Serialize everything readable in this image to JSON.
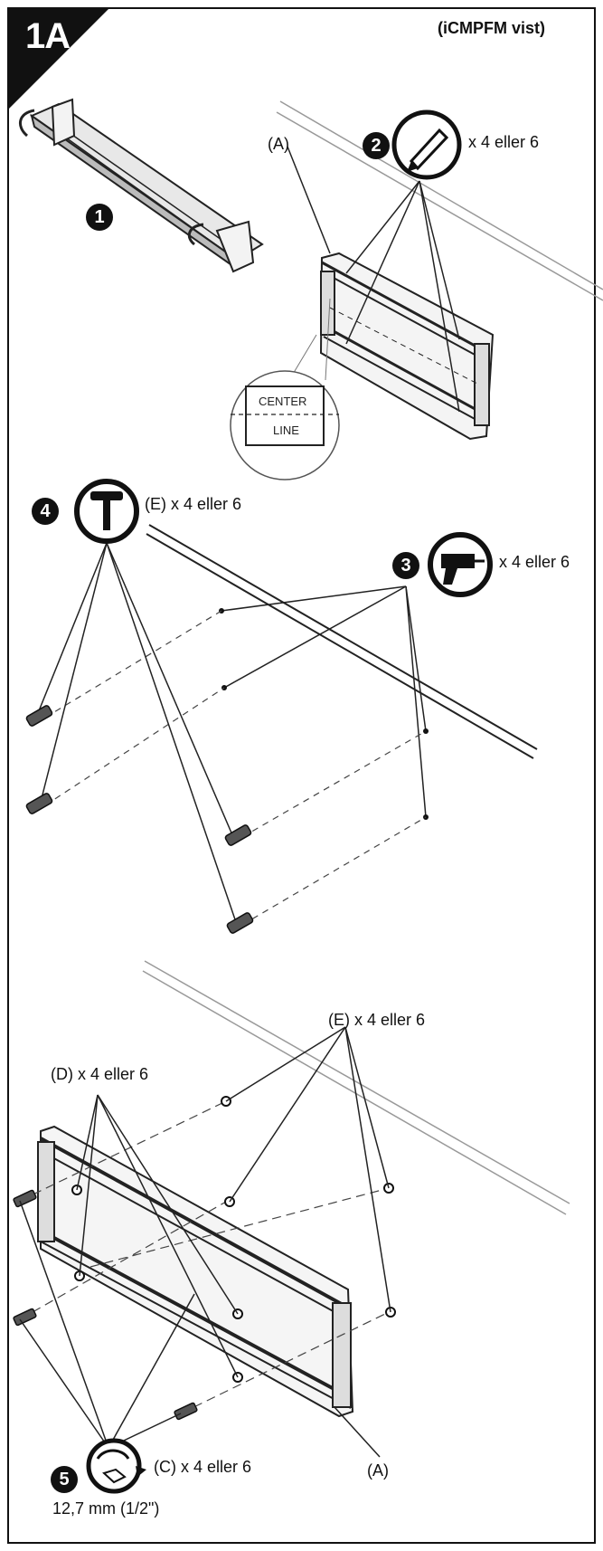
{
  "header": {
    "step_tag": "1A",
    "model_note": "(iCMPFM vist)"
  },
  "step1": {
    "badge": "1"
  },
  "step2": {
    "badge": "2",
    "icon": "pencil-icon",
    "qty": "x 4 eller 6",
    "part_a": "(A)"
  },
  "detail": {
    "line1": "CENTER",
    "line2": "LINE"
  },
  "step3": {
    "badge": "3",
    "icon": "drill-icon",
    "qty": "x 4 eller 6"
  },
  "step4": {
    "badge": "4",
    "icon": "hammer-icon",
    "qty": "(E) x 4 eller 6"
  },
  "step5": {
    "badge": "5",
    "icon": "socket-wrench-icon",
    "e_qty": "(E) x 4 eller 6",
    "d_qty": "(D) x 4 eller 6",
    "c_qty": "(C) x 4 eller 6",
    "part_a": "(A)",
    "socket_size": "12,7 mm (1/2\")"
  }
}
